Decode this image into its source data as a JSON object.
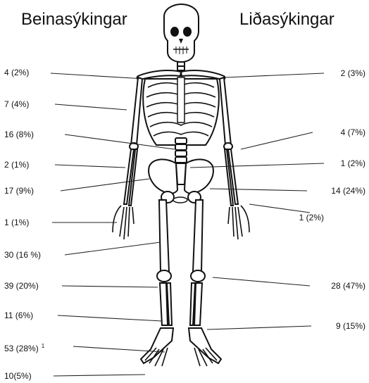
{
  "headings": {
    "left": "Beinasýkingar",
    "right": "Liðasýkingar"
  },
  "bone_infections": [
    {
      "label": "4 (2%)",
      "footnote": ""
    },
    {
      "label": "7 (4%)",
      "footnote": ""
    },
    {
      "label": "16 (8%)",
      "footnote": ""
    },
    {
      "label": "2 (1%)",
      "footnote": ""
    },
    {
      "label": "17 (9%)",
      "footnote": ""
    },
    {
      "label": "1 (1%)",
      "footnote": ""
    },
    {
      "label": "30 (16 %)",
      "footnote": ""
    },
    {
      "label": "39 (20%)",
      "footnote": ""
    },
    {
      "label": "11 (6%)",
      "footnote": ""
    },
    {
      "label": "53 (28%)",
      "footnote": "1"
    },
    {
      "label": "10(5%)",
      "footnote": ""
    }
  ],
  "joint_infections": [
    {
      "label": "2 (3%)"
    },
    {
      "label": "4 (7%)"
    },
    {
      "label": "1 (2%)"
    },
    {
      "label": "14 (24%)"
    },
    {
      "label": "1 (2%)"
    },
    {
      "label": "28 (47%)"
    },
    {
      "label": "9 (15%)"
    }
  ]
}
